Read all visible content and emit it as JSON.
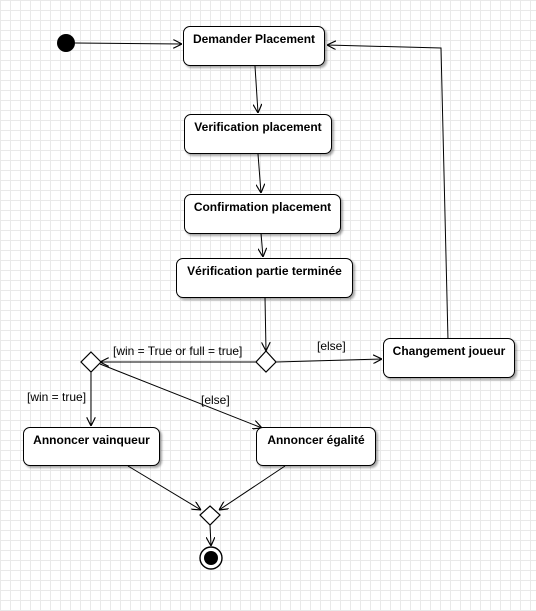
{
  "activities": {
    "demander_placement": "Demander Placement",
    "verification_placement": "Verification placement",
    "confirmation_placement": "Confirmation placement",
    "verification_partie_terminee": "Vérification partie terminée",
    "changement_joueur": "Changement joueur",
    "annoncer_vainqueur": "Annoncer vainqueur",
    "annoncer_egalite": "Annoncer égalité"
  },
  "guards": {
    "win_or_full": "[win = True or full = true]",
    "else_to_changement": "[else]",
    "win_true": "[win = true]",
    "else_to_egalite": "[else]"
  },
  "colors": {
    "stroke": "#000000",
    "fill": "#ffffff",
    "grid": "#e9e9e9"
  }
}
